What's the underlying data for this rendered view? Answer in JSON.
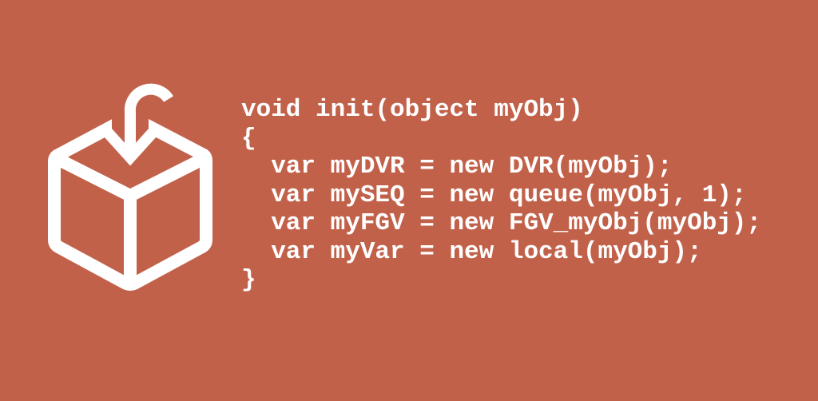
{
  "colors": {
    "background": "#C2614A",
    "foreground": "#FFFFFF"
  },
  "icon": "box-with-incoming-arrow-icon",
  "code_lines": [
    "void init(object myObj)",
    "{",
    "  var myDVR = new DVR(myObj);",
    "  var mySEQ = new queue(myObj, 1);",
    "  var myFGV = new FGV_myObj(myObj);",
    "  var myVar = new local(myObj);",
    "}"
  ]
}
